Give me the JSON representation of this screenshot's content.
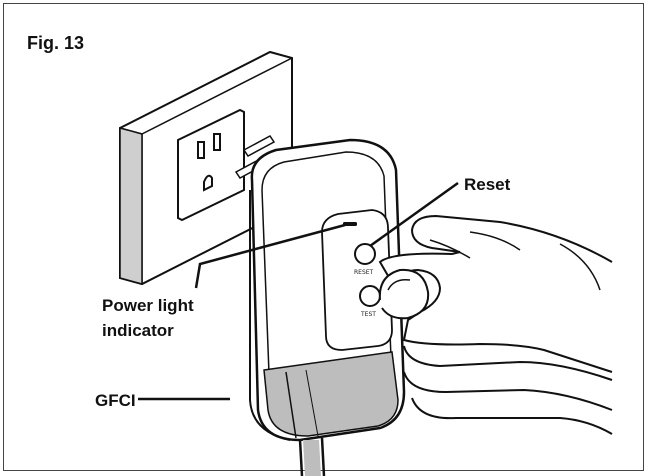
{
  "figure": {
    "title": "Fig. 13"
  },
  "callouts": {
    "reset": "Reset",
    "power_light_line1": "Power light",
    "power_light_line2": "indicator",
    "gfci": "GFCI"
  },
  "device": {
    "reset_button_text": "RESET",
    "test_button_text": "TEST"
  },
  "colors": {
    "line": "#111111",
    "shade": "#bdbdbd",
    "shade_dark": "#9a9a9a",
    "paper": "#ffffff"
  }
}
